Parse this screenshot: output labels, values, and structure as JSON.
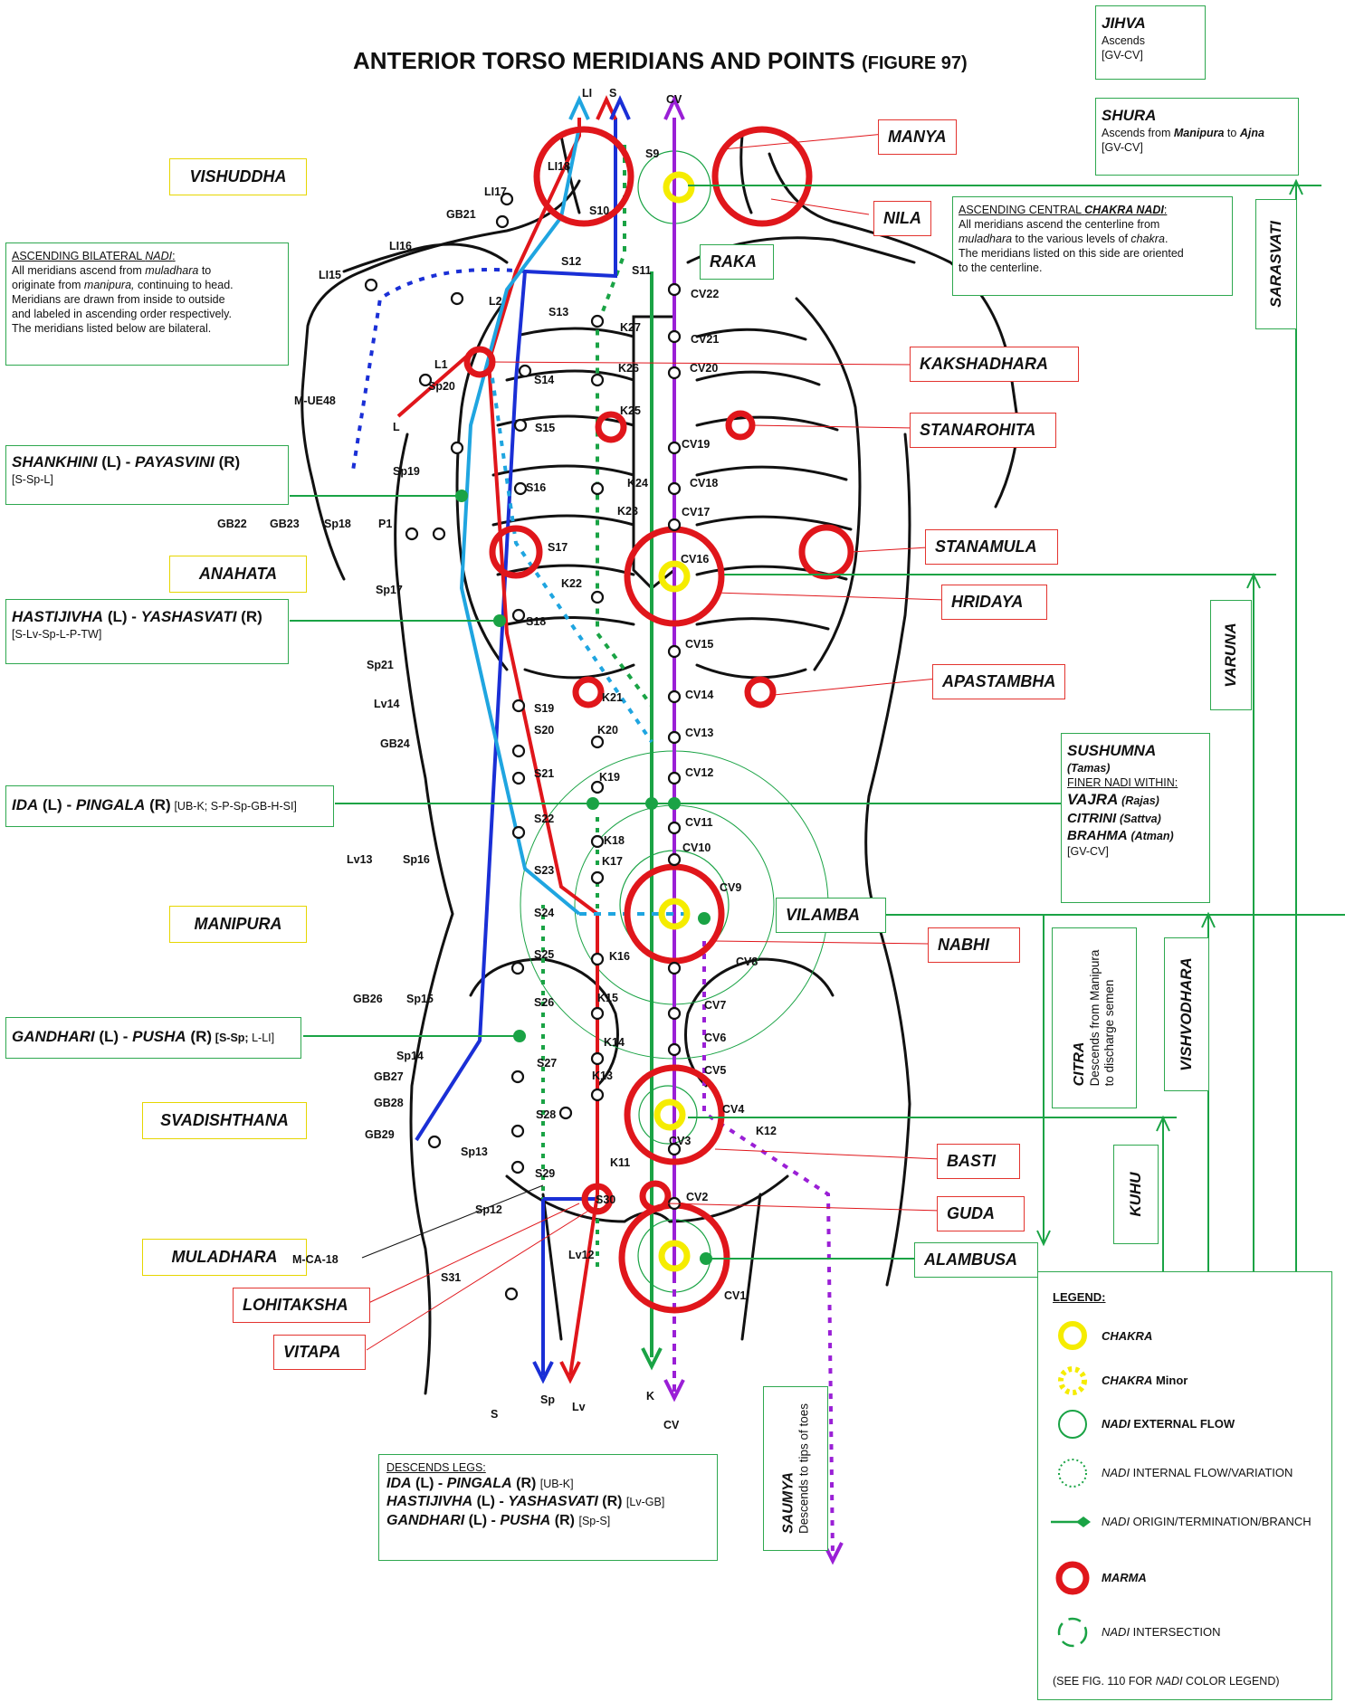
{
  "title": "ANTERIOR TORSO MERIDIANS AND POINTS",
  "title_fig": "(FIGURE 97)",
  "top_labels": {
    "li": "LI",
    "s": "S",
    "cv": "CV"
  },
  "bottom_labels": {
    "sp": "Sp",
    "lv": "Lv",
    "k": "K",
    "cv": "CV",
    "s": "S"
  },
  "jihva": {
    "name": "JIHVA",
    "line1": "Ascends",
    "line2": "[GV-CV]"
  },
  "shura": {
    "name": "SHURA",
    "pre": "Ascends from ",
    "from": "Manipura",
    "mid": " to ",
    "to": "Ajna",
    "code": "[GV-CV]"
  },
  "asc_central": {
    "heading_pre": "ASCENDING CENTRAL ",
    "heading_em": "CHAKRA NADI",
    "heading_post": ":",
    "l1": "All meridians ascend the centerline from",
    "l2a": "muladhara",
    "l2b": " to the various levels of ",
    "l2c": "chakra",
    "l2d": ".",
    "l3": "The meridians listed on this side are oriented",
    "l4": "to the centerline."
  },
  "asc_bilateral": {
    "heading_pre": "ASCENDING BILATERAL ",
    "heading_em": "NADI",
    "heading_post": ":",
    "l1a": "All meridians ascend from ",
    "l1b": "muladhara",
    "l1c": " to",
    "l2a": "originate from ",
    "l2b": "manipura,",
    "l2c": " continuing to head.",
    "l3": "Meridians are drawn from inside to outside",
    "l4": "and labeled in ascending order respectively.",
    "l5": "The meridians listed below are bilateral."
  },
  "chakras": {
    "vishuddha": "VISHUDDHA",
    "anahata": "ANAHATA",
    "manipura": "MANIPURA",
    "svadishthana": "SVADISHTHANA",
    "muladhara": "MULADHARA"
  },
  "marmas": {
    "manya": "MANYA",
    "nila": "NILA",
    "kakshadhara": "KAKSHADHARA",
    "stanarohita": "STANAROHITA",
    "stanamula": "STANAMULA",
    "hridaya": "HRIDAYA",
    "apastambha": "APASTAMBHA",
    "nabhi": "NABHI",
    "basti": "BASTI",
    "guda": "GUDA",
    "lohitaksha": "LOHITAKSHA",
    "vitapa": "VITAPA"
  },
  "nadi_names": {
    "raka": "RAKA",
    "vilamba": "VILAMBA",
    "alambusa": "ALAMBUSA",
    "sarasvati": "SARASVATI",
    "varuna": "VARUNA",
    "vishvodhara": "VISHVODHARA",
    "kuhu": "KUHU"
  },
  "shankhini": {
    "l": "SHANKHINI",
    "lt": "(L)",
    "dash": " - ",
    "r": "PAYASVINI",
    "rt": "(R)",
    "code": "[S-Sp-L]"
  },
  "hastijivha": {
    "l": "HASTIJIVHA",
    "lt": "(L)",
    "dash": " - ",
    "r": "YASHASVATI",
    "rt": "(R)",
    "code": "[S-Lv-Sp-L-P-TW]"
  },
  "ida": {
    "l": "IDA",
    "lt": "(L)",
    "dash": " - ",
    "r": "PINGALA",
    "rt": "(R)",
    "code": "[UB-K; S-P-Sp-GB-H-SI]"
  },
  "gandhari": {
    "l": "GANDHARI",
    "lt": "(L)",
    "dash": " - ",
    "r": "PUSHA",
    "rt": "(R)",
    "code1": "[S-Sp;",
    "code2": "L-LI]"
  },
  "sushumna": {
    "name": "SUSHUMNA",
    "tamas": "(Tamas)",
    "finer": "FINER NADI WITHIN:",
    "vajra": "VAJRA",
    "rajas": "(Rajas)",
    "citrini": "CITRINI",
    "sattva": "(Sattva)",
    "brahma": "BRAHMA",
    "atman": "(Atman)",
    "code": "[GV-CV]"
  },
  "citra": {
    "name": "CITRA",
    "l1": "Descends from Manipura",
    "l2": "to discharge semen"
  },
  "saumya": {
    "name": "SAUMYA",
    "l1": "Descends to tips of toes"
  },
  "desc_legs": {
    "heading": "DESCENDS LEGS:",
    "r1": {
      "l": "IDA",
      "lt": "(L)",
      "r": "PINGALA",
      "rt": "(R)",
      "code": "[UB-K]"
    },
    "r2": {
      "l": "HASTIJIVHA",
      "lt": "(L)",
      "r": "YASHASVATI",
      "rt": "(R)",
      "code": "[Lv-GB]"
    },
    "r3": {
      "l": "GANDHARI",
      "lt": "(L)",
      "r": "PUSHA",
      "rt": "(R)",
      "code": "[Sp-S]"
    }
  },
  "legend": {
    "heading": "LEGEND:",
    "chakra": "CHAKRA",
    "chakra_minor": "CHAKRA",
    "chakra_minor_suffix": " Minor",
    "nadi_ext": "NADI",
    "nadi_ext_suffix": " EXTERNAL FLOW",
    "nadi_int": "NADI",
    "nadi_int_suffix": " INTERNAL FLOW/VARIATION",
    "nadi_origin": "NADI",
    "nadi_origin_suffix": "  ORIGIN/TERMINATION/BRANCH",
    "marma": "MARMA",
    "nadi_inter": "NADI",
    "nadi_inter_suffix": " INTERSECTION",
    "see_pre": "(SEE FIG. 110 FOR ",
    "see_em": "NADI",
    "see_post": " COLOR LEGEND)"
  },
  "point_labels": [
    {
      "t": "LI18"
    },
    {
      "t": "S9"
    },
    {
      "t": "S10"
    },
    {
      "t": "LI17"
    },
    {
      "t": "GB21"
    },
    {
      "t": "LI16"
    },
    {
      "t": "LI15"
    },
    {
      "t": "S12"
    },
    {
      "t": "S11"
    },
    {
      "t": "CV22"
    },
    {
      "t": "L2"
    },
    {
      "t": "S13"
    },
    {
      "t": "K27"
    },
    {
      "t": "CV21"
    },
    {
      "t": "L1"
    },
    {
      "t": "Sp20"
    },
    {
      "t": "S14"
    },
    {
      "t": "K26"
    },
    {
      "t": "CV20"
    },
    {
      "t": "M-UE48"
    },
    {
      "t": "K25"
    },
    {
      "t": "L"
    },
    {
      "t": "S15"
    },
    {
      "t": "CV19"
    },
    {
      "t": "Sp19"
    },
    {
      "t": "S16"
    },
    {
      "t": "K24"
    },
    {
      "t": "CV18"
    },
    {
      "t": "K23"
    },
    {
      "t": "CV17"
    },
    {
      "t": "GB22"
    },
    {
      "t": "GB23"
    },
    {
      "t": "Sp18"
    },
    {
      "t": "P1"
    },
    {
      "t": "S17"
    },
    {
      "t": "CV16"
    },
    {
      "t": "Sp17"
    },
    {
      "t": "K22"
    },
    {
      "t": "S18"
    },
    {
      "t": "CV15"
    },
    {
      "t": "Sp21"
    },
    {
      "t": "K21"
    },
    {
      "t": "CV14"
    },
    {
      "t": "Lv14"
    },
    {
      "t": "S19"
    },
    {
      "t": "S20"
    },
    {
      "t": "K20"
    },
    {
      "t": "CV13"
    },
    {
      "t": "GB24"
    },
    {
      "t": "S21"
    },
    {
      "t": "K19"
    },
    {
      "t": "CV12"
    },
    {
      "t": "S22"
    },
    {
      "t": "CV11"
    },
    {
      "t": "K18"
    },
    {
      "t": "CV10"
    },
    {
      "t": "Lv13"
    },
    {
      "t": "Sp16"
    },
    {
      "t": "K17"
    },
    {
      "t": "S23"
    },
    {
      "t": "CV9"
    },
    {
      "t": "S24"
    },
    {
      "t": "S25"
    },
    {
      "t": "K16"
    },
    {
      "t": "CV8"
    },
    {
      "t": "GB26"
    },
    {
      "t": "Sp15"
    },
    {
      "t": "S26"
    },
    {
      "t": "K15"
    },
    {
      "t": "CV7"
    },
    {
      "t": "CV6"
    },
    {
      "t": "K14"
    },
    {
      "t": "Sp14"
    },
    {
      "t": "S27"
    },
    {
      "t": "CV5"
    },
    {
      "t": "GB27"
    },
    {
      "t": "K13"
    },
    {
      "t": "GB28"
    },
    {
      "t": "S28"
    },
    {
      "t": "CV4"
    },
    {
      "t": "K12"
    },
    {
      "t": "GB29"
    },
    {
      "t": "CV3"
    },
    {
      "t": "Sp13"
    },
    {
      "t": "K11"
    },
    {
      "t": "S29"
    },
    {
      "t": "CV2"
    },
    {
      "t": "S30"
    },
    {
      "t": "Sp12"
    },
    {
      "t": "M-CA-18"
    },
    {
      "t": "Lv12"
    },
    {
      "t": "S31"
    },
    {
      "t": "CV1"
    }
  ],
  "colors": {
    "green": "#1aa345",
    "red": "#e0161b",
    "blue": "#1a2fd6",
    "lightblue": "#1fa5e0",
    "purple": "#9a1fd6",
    "yellow": "#f5ec00",
    "body": "#111111"
  }
}
